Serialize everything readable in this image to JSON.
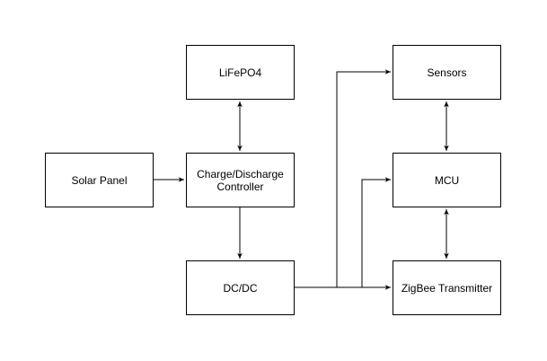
{
  "nodes": {
    "lifepo4": "LiFePO4",
    "solar_panel": "Solar Panel",
    "controller": "Charge/Discharge Controller",
    "dcdc": "DC/DC",
    "sensors": "Sensors",
    "mcu": "MCU",
    "zigbee": "ZigBee Transmitter"
  },
  "colors": {
    "stroke": "#000000",
    "fill": "#ffffff",
    "text": "#000000"
  },
  "connections": [
    {
      "from": "solar_panel",
      "to": "controller",
      "direction": "one-way"
    },
    {
      "from": "lifepo4",
      "to": "controller",
      "direction": "two-way"
    },
    {
      "from": "controller",
      "to": "dcdc",
      "direction": "one-way"
    },
    {
      "from": "dcdc",
      "to": "sensors",
      "direction": "one-way"
    },
    {
      "from": "dcdc",
      "to": "mcu",
      "direction": "one-way"
    },
    {
      "from": "dcdc",
      "to": "zigbee",
      "direction": "one-way"
    },
    {
      "from": "sensors",
      "to": "mcu",
      "direction": "two-way"
    },
    {
      "from": "mcu",
      "to": "zigbee",
      "direction": "two-way"
    }
  ]
}
